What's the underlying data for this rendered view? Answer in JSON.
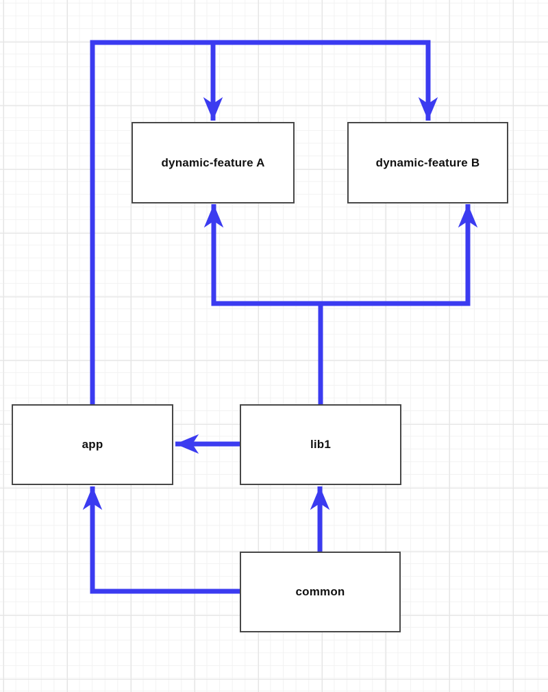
{
  "diagram": {
    "type": "module-dependency-graph",
    "nodes": [
      {
        "id": "dynamic-feature-a",
        "label": "dynamic-feature A"
      },
      {
        "id": "dynamic-feature-b",
        "label": "dynamic-feature B"
      },
      {
        "id": "app",
        "label": "app"
      },
      {
        "id": "lib1",
        "label": "lib1"
      },
      {
        "id": "common",
        "label": "common"
      }
    ],
    "edges": [
      {
        "from": "app",
        "to": "dynamic-feature-a"
      },
      {
        "from": "app",
        "to": "dynamic-feature-b"
      },
      {
        "from": "lib1",
        "to": "dynamic-feature-a"
      },
      {
        "from": "lib1",
        "to": "dynamic-feature-b"
      },
      {
        "from": "lib1",
        "to": "app"
      },
      {
        "from": "common",
        "to": "lib1"
      },
      {
        "from": "common",
        "to": "app"
      }
    ],
    "colors": {
      "arrow": "#3b3bf0",
      "node_border": "#474747",
      "node_fill": "#ffffff",
      "label": "#111111",
      "grid_minor": "#f2f2f2",
      "grid_major": "#e4e4e4",
      "background": "#ffffff"
    }
  }
}
